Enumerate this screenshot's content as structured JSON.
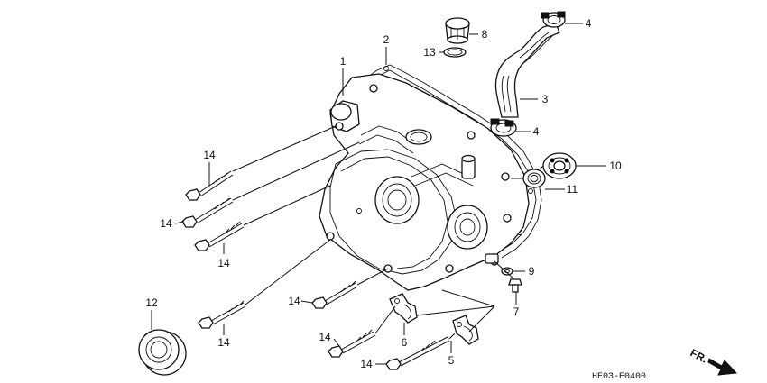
{
  "diagram_code": "HE03-E0400",
  "direction_label": "FR.",
  "callouts": [
    {
      "id": "c1",
      "num": "1"
    },
    {
      "id": "c2",
      "num": "2"
    },
    {
      "id": "c3",
      "num": "3"
    },
    {
      "id": "c4a",
      "num": "4"
    },
    {
      "id": "c4b",
      "num": "4"
    },
    {
      "id": "c5",
      "num": "5"
    },
    {
      "id": "c6",
      "num": "6"
    },
    {
      "id": "c7",
      "num": "7"
    },
    {
      "id": "c8",
      "num": "8"
    },
    {
      "id": "c9",
      "num": "9"
    },
    {
      "id": "c10",
      "num": "10"
    },
    {
      "id": "c11",
      "num": "11"
    },
    {
      "id": "c12",
      "num": "12"
    },
    {
      "id": "c13",
      "num": "13"
    },
    {
      "id": "c14a",
      "num": "14"
    },
    {
      "id": "c14b",
      "num": "14"
    },
    {
      "id": "c14c",
      "num": "14"
    },
    {
      "id": "c14d",
      "num": "14"
    },
    {
      "id": "c14e",
      "num": "14"
    },
    {
      "id": "c14f",
      "num": "14"
    },
    {
      "id": "c14g",
      "num": "14"
    }
  ]
}
